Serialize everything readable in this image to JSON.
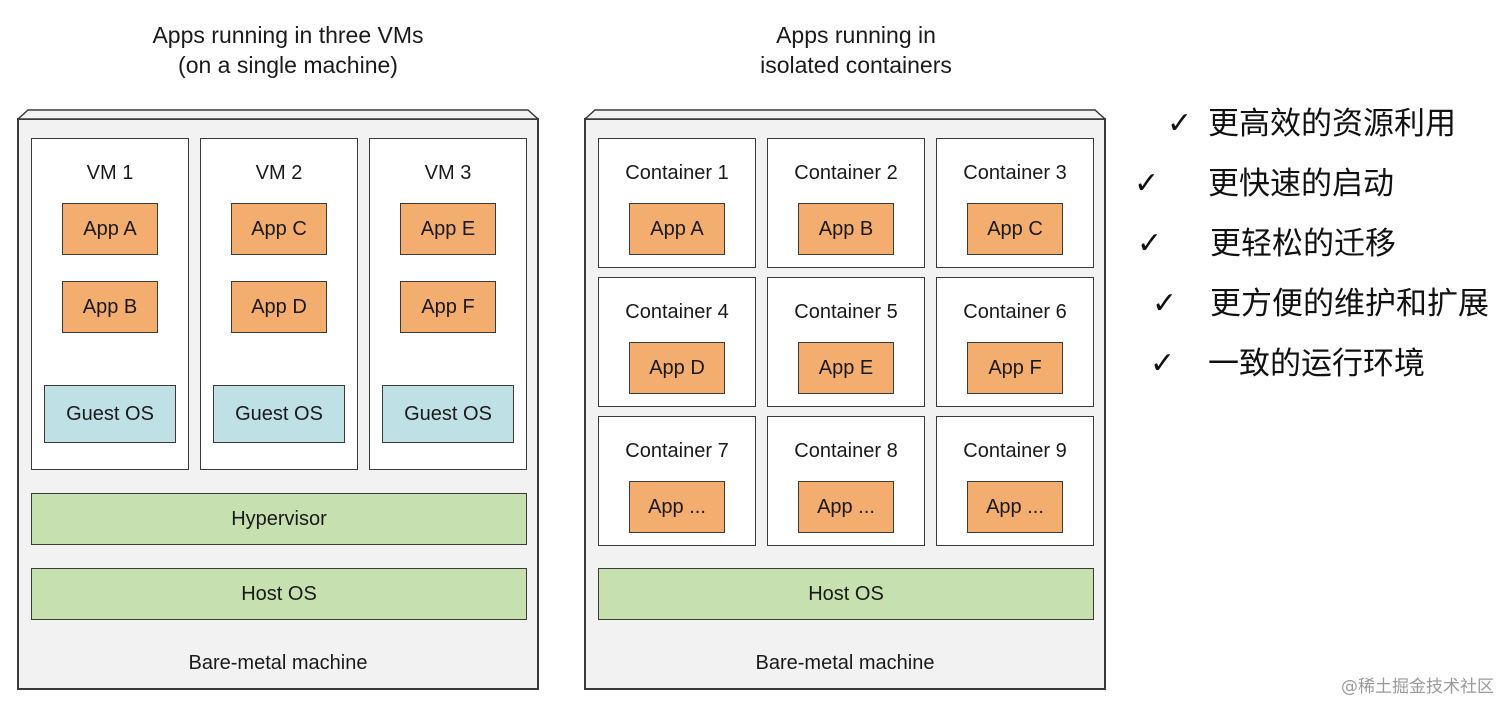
{
  "left_diagram": {
    "title_line1": "Apps running in three VMs",
    "title_line2": "(on a single machine)",
    "vms": [
      {
        "label": "VM 1",
        "apps": [
          "App A",
          "App B"
        ],
        "guest_os": "Guest OS"
      },
      {
        "label": "VM 2",
        "apps": [
          "App C",
          "App D"
        ],
        "guest_os": "Guest OS"
      },
      {
        "label": "VM 3",
        "apps": [
          "App E",
          "App F"
        ],
        "guest_os": "Guest OS"
      }
    ],
    "hypervisor": "Hypervisor",
    "host_os": "Host OS",
    "machine_label": "Bare-metal machine"
  },
  "right_diagram": {
    "title_line1": "Apps running in",
    "title_line2": "isolated containers",
    "containers": [
      {
        "label": "Container 1",
        "app": "App A"
      },
      {
        "label": "Container 2",
        "app": "App B"
      },
      {
        "label": "Container 3",
        "app": "App C"
      },
      {
        "label": "Container 4",
        "app": "App D"
      },
      {
        "label": "Container 5",
        "app": "App E"
      },
      {
        "label": "Container 6",
        "app": "App F"
      },
      {
        "label": "Container 7",
        "app": "App ..."
      },
      {
        "label": "Container 8",
        "app": "App ..."
      },
      {
        "label": "Container 9",
        "app": "App ..."
      }
    ],
    "host_os": "Host OS",
    "machine_label": "Bare-metal machine"
  },
  "benefits": {
    "check_glyph": "✓",
    "items": [
      "更高效的资源利用",
      "更快速的启动",
      "更轻松的迁移",
      "更方便的维护和扩展",
      "一致的运行环境"
    ]
  },
  "watermark": "@稀土掘金技术社区",
  "colors": {
    "app": "#f3ad6f",
    "guest_os": "#bfe1e6",
    "layer": "#c6e0b0",
    "machine": "#f2f2f2"
  }
}
